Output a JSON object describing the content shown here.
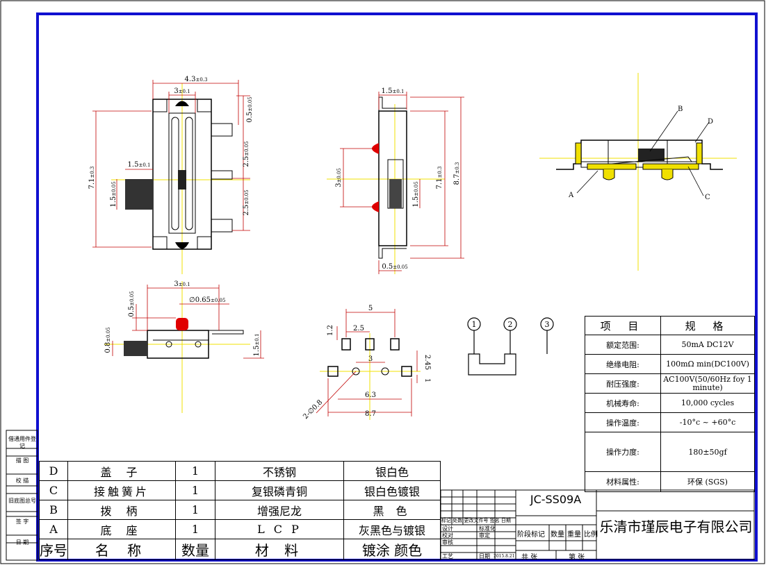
{
  "dimensions": {
    "top_width": "4.3",
    "top_width_tol": "±0.3",
    "top_inner": "3",
    "top_inner_tol": "±0.1",
    "top_h05": "0.5",
    "top_h05_tol": "±0.05",
    "top_h71": "7.1",
    "top_h71_tol": "±0.3",
    "top_p25a": "2.5",
    "top_p25a_tol": "±0.05",
    "top_p25b": "2.5",
    "top_p25b_tol": "±0.05",
    "top_hw15": "1.5",
    "top_hw15_tol": "±0.1",
    "top_hh15": "1.5",
    "top_hh15_tol": "±0.05",
    "side_w15": "1.5",
    "side_w15_tol": "±0.1",
    "side_3": "3",
    "side_3_tol": "±0.05",
    "side_71": "7.1",
    "side_71_tol": "±0.3",
    "side_87": "8.7",
    "side_87_tol": "±0.3",
    "side_15": "1.5",
    "side_15_tol": "±0.05",
    "side_05": "0.5",
    "side_05_tol": "±0.05",
    "front_3": "3",
    "front_3_tol": "±0.1",
    "front_05": "0.5",
    "front_05_tol": "±0.05",
    "front_d": "∅0.65",
    "front_d_tol": "±0.05",
    "front_08": "0.8",
    "front_08_tol": "±0.05",
    "front_15": "1.5",
    "front_15_tol": "±0.1",
    "pad_5": "5",
    "pad_25": "2.5",
    "pad_12": "1.2",
    "pad_3": "3",
    "pad_245": "2.45",
    "pad_1": "1",
    "pad_63": "6.3",
    "pad_87": "8.7",
    "pad_208": "2-∅0.8"
  },
  "callouts": {
    "b": "B",
    "d": "D",
    "a": "A",
    "c": "C"
  },
  "circuit": {
    "p1": "1",
    "p2": "2",
    "p3": "3"
  },
  "side_labels": [
    "借通用件登记",
    "描 图",
    "校 描",
    "旧底图总号",
    "签 字",
    "日 期"
  ],
  "specs": {
    "header": [
      "项 目",
      "规 格"
    ],
    "rows": [
      [
        "额定范围:",
        "50mA DC12V"
      ],
      [
        "绝缘电阻:",
        "100mΩ min(DC100V)"
      ],
      [
        "耐压强度:",
        "AC100V(50/60Hz foy 1 minute)"
      ],
      [
        "机械寿命:",
        "10,000 cycles"
      ],
      [
        "操作温度:",
        "-10°c ~ +60°c"
      ],
      [
        "操作力度:",
        "180±50gf"
      ],
      [
        "材料属性:",
        "环保 (SGS)"
      ]
    ]
  },
  "parts": {
    "header": [
      "序号",
      "名 称",
      "数量",
      "材 料",
      "镀涂 颜色"
    ],
    "rows": [
      [
        "D",
        "盖 子",
        "1",
        "不锈钢",
        "银白色"
      ],
      [
        "C",
        "接触簧片",
        "1",
        "复银磷青铜",
        "银白色镀银"
      ],
      [
        "B",
        "拨 柄",
        "1",
        "增强尼龙",
        "黑 色"
      ],
      [
        "A",
        "底 座",
        "1",
        "L C P",
        "灰黑色与镀银"
      ]
    ]
  },
  "title_block": {
    "part_code": "JC-SS09A",
    "company": "乐清市瑾辰电子有限公司",
    "rev_header": "标记 处数 更改文件号 签名 日期",
    "design": "设计",
    "std": "标准化",
    "check": "校对",
    "review": "审定",
    "audit": "审核",
    "craft": "工艺",
    "date_label": "日期",
    "date_value": "2015.8.21",
    "stage": "阶段标记",
    "qty": "数量",
    "weight": "重量",
    "scale": "比例",
    "total": "共 张",
    "sheet": "第 张"
  },
  "colors": {
    "border": "#1010d0",
    "dim": "#c00000",
    "center": "#f0e000",
    "part": "#000000"
  }
}
